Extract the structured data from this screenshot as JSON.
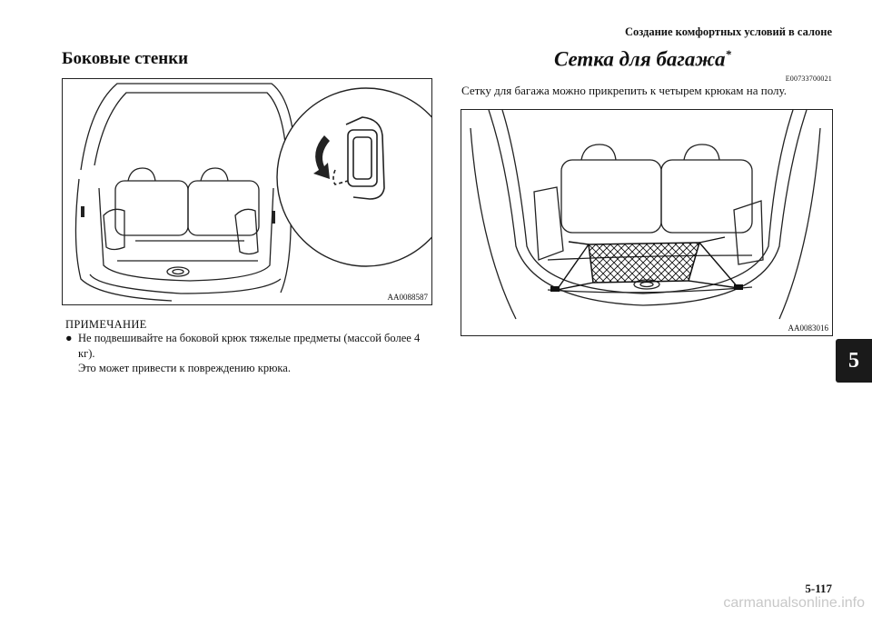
{
  "header": {
    "section_title": "Создание комфортных условий в салоне"
  },
  "left": {
    "title": "Боковые стенки",
    "figure_code": "AA0088587",
    "note": {
      "heading": "ПРИМЕЧАНИЕ",
      "bullet": "●",
      "item": "Не подвешивайте на боковой крюк тяжелые предметы (массой более 4 кг).",
      "sub": "Это может привести к повреждению крюка."
    }
  },
  "right": {
    "title": "Сетка для багажа",
    "title_mark": "*",
    "code": "E00733700021",
    "intro": "Сетку для багажа можно прикрепить к четырем крюкам на полу.",
    "figure_code": "AA0083016"
  },
  "chapter": "5",
  "page": {
    "number": "5-117"
  },
  "watermark": "carmanualsonline.info"
}
